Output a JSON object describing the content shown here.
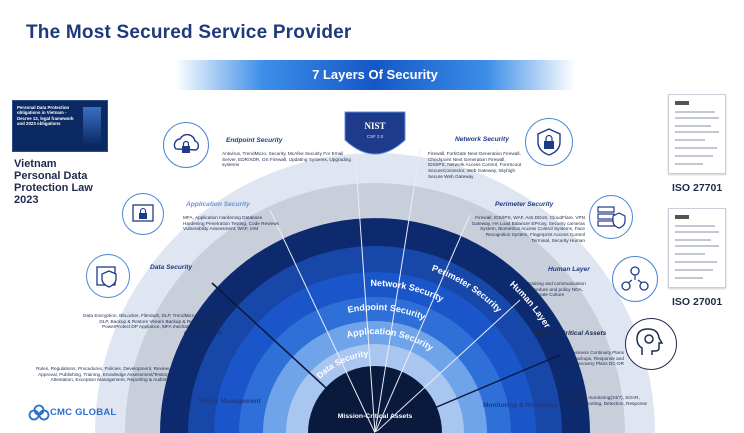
{
  "page": {
    "title": "The Most Secured Service Provider",
    "banner": "7 Layers Of Security"
  },
  "doc_thumb_lines": "Personal Data Protection obligations in Vietnam - Decree 13, legal framework and 2023 obligations",
  "law": "Vietnam Personal Data Protection Law 2023",
  "nist": {
    "label": "NIST",
    "sub": "CSF 2.0"
  },
  "certs": {
    "iso_27701": "ISO 27701",
    "iso_27001": "ISO 27001"
  },
  "brand": {
    "name": "CMC GLOBAL"
  },
  "layers": {
    "critical": "Mission-Critical Assets",
    "data": "Data Security",
    "application": "Application Security",
    "endpoint": "Endpoint Security",
    "network": "Network Security",
    "perimeter": "Perimeter Security",
    "human": "Human Layer",
    "policy": "Policy Management",
    "monitoring": "Monitoring & Response"
  },
  "sections": {
    "endpoint": {
      "heading": "Endpoint Security",
      "desc": "Antivirus, TrendMicro, Security, McAfee Security For Email Server, EDR/XDR, OS Firewall, Updating Systems, Upgrading systems"
    },
    "application": {
      "heading": "Application Security",
      "desc": "MFA, Application Hardening Database Hardening Penetration Testing, Code Reviews Vulnerability Assessment, WAF, IAM"
    },
    "data": {
      "heading": "Data Security",
      "desc": "Data Encryption, BitLocker, FileVault, DLP, TrendMicro, DLP, Trellix DLP, Backup & Restore Veeam Backup & Replication, Dell, PowerProtect DP Appliance, MFA mechanisms, Microsoft, Authenticator, IAM"
    },
    "policy": {
      "desc": "Rules, Regulations, Procedures, Policies, Development, Review, Approval, Publishing, Training, Knowledge Assessment/Testing, Attestation, Exception Management, Reporting & Auditing"
    },
    "network": {
      "heading": "Network Security",
      "desc": "Firewall, FortiGate Next-Generation Firewall, Checkpoint Next Generation Firewall, IDS/IPS, Network Access Control, ForeScout SecureConnector, Web Gateway, Skyhigh Secure Web Gateway"
    },
    "perimeter": {
      "heading": "Perimeter Security",
      "desc": "Firewall, IDS/IPS, WAF, Anti DDoS, CloudFlare, VPN Gateway, HA Load Balancer EProxy, Security cameras System, Biometrics Access Control Systems, Face Recognition System, Fingerprint Access Control Terminal, Security Human"
    },
    "human": {
      "heading": "Human Layer",
      "desc": "Training and communication procedure and policy NDA, Corporate Culture"
    },
    "critical": {
      "heading": "Mission-Critical Assets",
      "desc": "Business Continuity Plans Backups, Response and Recovery Plans DC-DR"
    },
    "monitoring": {
      "desc": "SIEM, SOC monitoring(24/7), SOAR, Incident Reporting, Detection, Response"
    }
  },
  "colors": {
    "navy": "#0d2a6e",
    "blue": "#1652c4",
    "mid_blue": "#2f6fd8",
    "light_blue": "#6fa4ea",
    "pale": "#b7c9e4",
    "grey_band": "#c8cfdb"
  },
  "icons": [
    "cloud-lock-icon",
    "app-lock-icon",
    "data-shield-icon",
    "network-lock-icon",
    "server-shield-icon",
    "people-network-icon",
    "head-gear-icon"
  ]
}
